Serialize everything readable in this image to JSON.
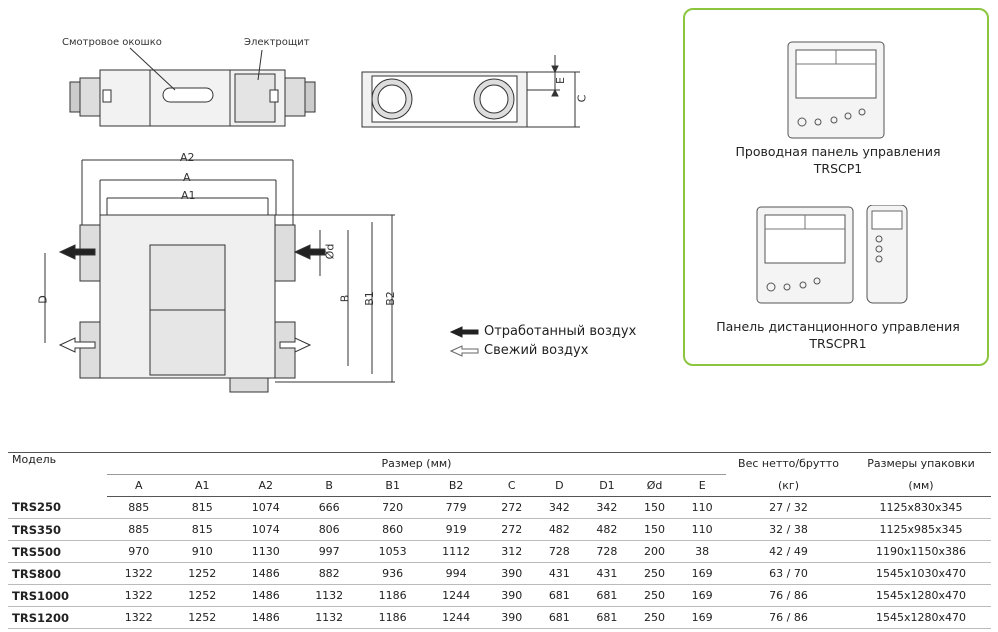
{
  "drawing": {
    "labels": {
      "window": "Смотровое окошко",
      "panel": "Электрощит",
      "a2": "A2",
      "a": "A",
      "a1": "A1",
      "b": "B",
      "b1": "B1",
      "b2": "B2",
      "d": "D",
      "od": "Ød",
      "c": "C",
      "e": "E"
    }
  },
  "legend": {
    "exhaust": "Отработанный воздух",
    "fresh": "Свежий воздух"
  },
  "panels": {
    "wired_caption": "Проводная панель управления",
    "wired_model": "TRSCP1",
    "remote_caption": "Панель дистанционного управления",
    "remote_model": "TRSCPR1"
  },
  "table": {
    "model_header": "Модель",
    "dims_header": "Размер (мм)",
    "weight_header": "Вес нетто/брутто",
    "weight_unit": "(кг)",
    "pack_header": "Размеры упаковки",
    "pack_unit": "(мм)",
    "columns": [
      "A",
      "A1",
      "A2",
      "B",
      "B1",
      "B2",
      "C",
      "D",
      "D1",
      "Ød",
      "E"
    ],
    "rows": [
      {
        "model": "TRS250",
        "dims": [
          "885",
          "815",
          "1074",
          "666",
          "720",
          "779",
          "272",
          "342",
          "342",
          "150",
          "110"
        ],
        "weight": "27 / 32",
        "pack": "1125x830x345"
      },
      {
        "model": "TRS350",
        "dims": [
          "885",
          "815",
          "1074",
          "806",
          "860",
          "919",
          "272",
          "482",
          "482",
          "150",
          "110"
        ],
        "weight": "32 / 38",
        "pack": "1125x985x345"
      },
      {
        "model": "TRS500",
        "dims": [
          "970",
          "910",
          "1130",
          "997",
          "1053",
          "1112",
          "312",
          "728",
          "728",
          "200",
          "38"
        ],
        "weight": "42 / 49",
        "pack": "1190x1150x386"
      },
      {
        "model": "TRS800",
        "dims": [
          "1322",
          "1252",
          "1486",
          "882",
          "936",
          "994",
          "390",
          "431",
          "431",
          "250",
          "169"
        ],
        "weight": "63 / 70",
        "pack": "1545x1030x470"
      },
      {
        "model": "TRS1000",
        "dims": [
          "1322",
          "1252",
          "1486",
          "1132",
          "1186",
          "1244",
          "390",
          "681",
          "681",
          "250",
          "169"
        ],
        "weight": "76 / 86",
        "pack": "1545x1280x470"
      },
      {
        "model": "TRS1200",
        "dims": [
          "1322",
          "1252",
          "1486",
          "1132",
          "1186",
          "1244",
          "390",
          "681",
          "681",
          "250",
          "169"
        ],
        "weight": "76 / 86",
        "pack": "1545x1280x470"
      }
    ]
  }
}
